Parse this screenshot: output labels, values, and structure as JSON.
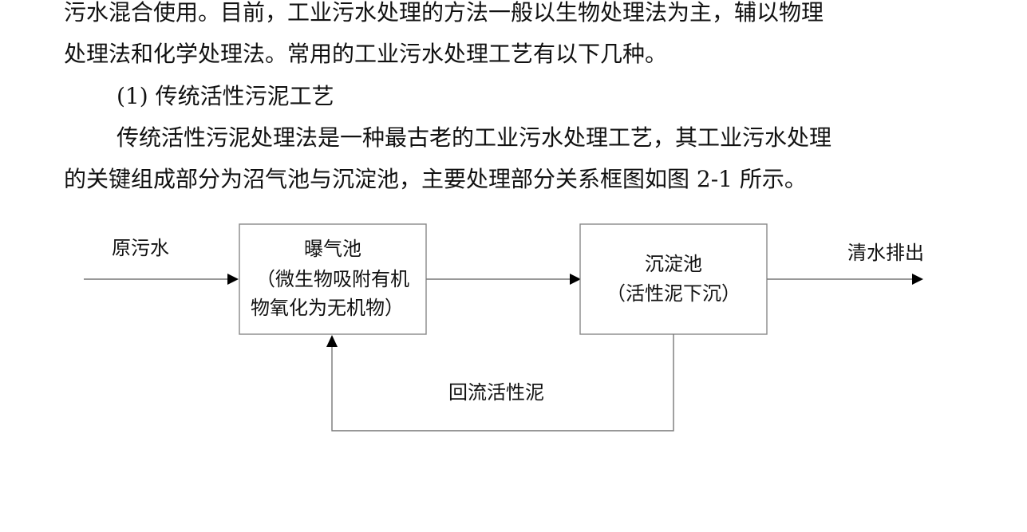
{
  "paragraphs": {
    "line1": "污水混合使用。目前，工业污水处理的方法一般以生物处理法为主，辅以物理",
    "line2": "处理法和化学处理法。常用的工业污水处理工艺有以下几种。",
    "heading": "(1)  传统活性污泥工艺",
    "line4": "传统活性污泥处理法是一种最古老的工业污水处理工艺，其工业污水处理",
    "line5": "的关键组成部分为沼气池与沉淀池，主要处理部分关系框图如图 2-1 所示。"
  },
  "diagram": {
    "input_label": "原污水",
    "aeration": {
      "title": "曝气池",
      "desc_line1": "（微生物吸附有机",
      "desc_line2": "物氧化为无机物）"
    },
    "sedimentation": {
      "title": "沉淀池",
      "desc": "（活性泥下沉）"
    },
    "output_label": "清水排出",
    "return_label": "回流活性泥"
  }
}
